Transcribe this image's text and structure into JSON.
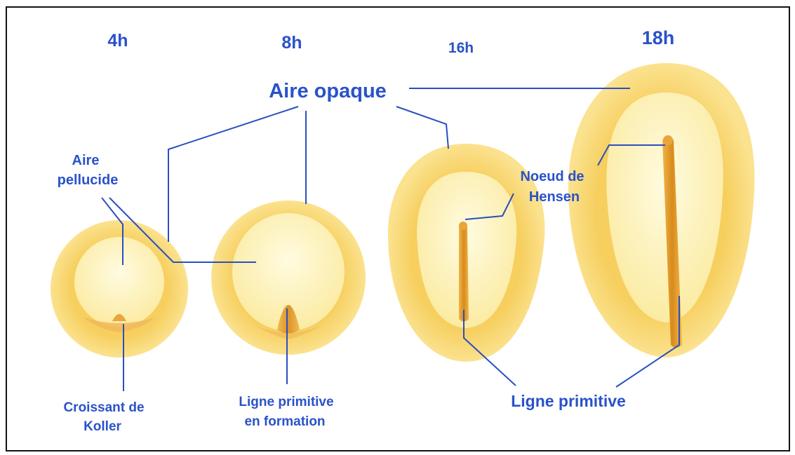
{
  "stages": [
    {
      "time": "4h"
    },
    {
      "time": "8h"
    },
    {
      "time": "16h"
    },
    {
      "time": "18h"
    }
  ],
  "labels": {
    "aire_opaque": "Aire opaque",
    "aire_pellucide_1": "Aire",
    "aire_pellucide_2": "pellucide",
    "noeud_1": "Noeud de",
    "noeud_2": "Hensen",
    "croissant_1": "Croissant de",
    "croissant_2": "Koller",
    "ligne_formation_1": "Ligne primitive",
    "ligne_formation_2": "en formation",
    "ligne_primitive": "Ligne primitive"
  },
  "colors": {
    "label": "#2a52c9",
    "leader": "#2a4fbf",
    "area_opaca": "#f7d36e",
    "area_pellucida": "#fdf1b8",
    "primitive_streak": "#e39a2a",
    "frame": "#111111"
  }
}
